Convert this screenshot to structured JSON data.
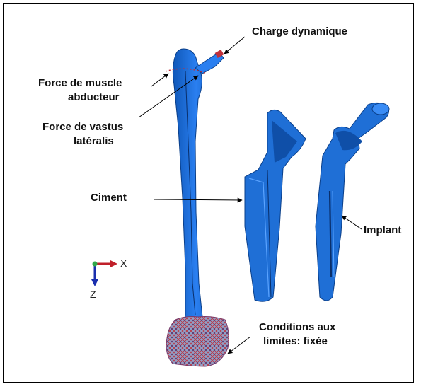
{
  "labels": {
    "charge": "Charge dynamique",
    "abducteur_1": "Force de muscle",
    "abducteur_2": "abducteur",
    "vastus_1": "Force de vastus",
    "vastus_2": "latéralis",
    "ciment": "Ciment",
    "implant": "Implant",
    "conditions_1": "Conditions aux",
    "conditions_2": "limites: fixée"
  },
  "axes": {
    "x": "X",
    "z": "Z"
  },
  "colors": {
    "model": "#1f6fd6",
    "model_dark": "#0f4fa8",
    "mesh": "#c0303a",
    "frame": "#000000"
  }
}
